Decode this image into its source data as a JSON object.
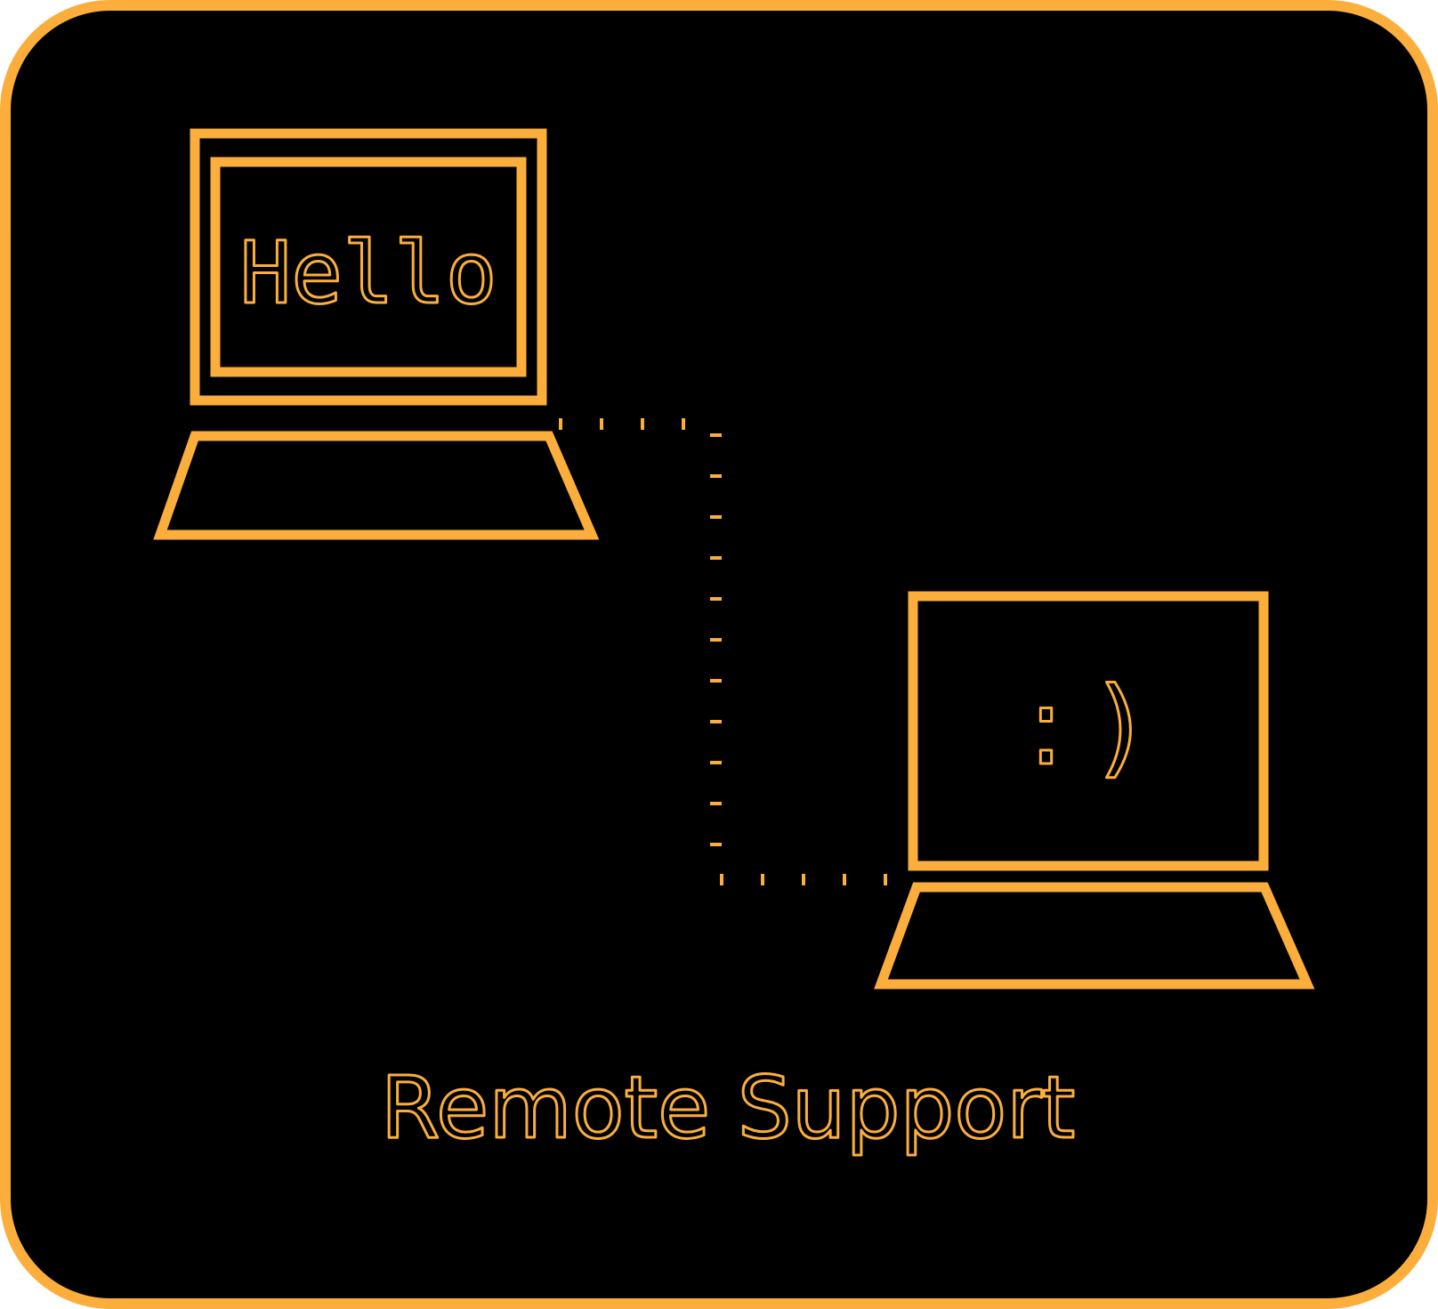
{
  "colors": {
    "background": "#000000",
    "accent": "#FBAE3C"
  },
  "left_laptop": {
    "screen_text": "Hello"
  },
  "right_laptop": {
    "screen_text": ": )"
  },
  "caption": "Remote Support",
  "icons": {
    "left": "laptop-icon",
    "right": "laptop-icon",
    "link": "dotted-connection"
  }
}
